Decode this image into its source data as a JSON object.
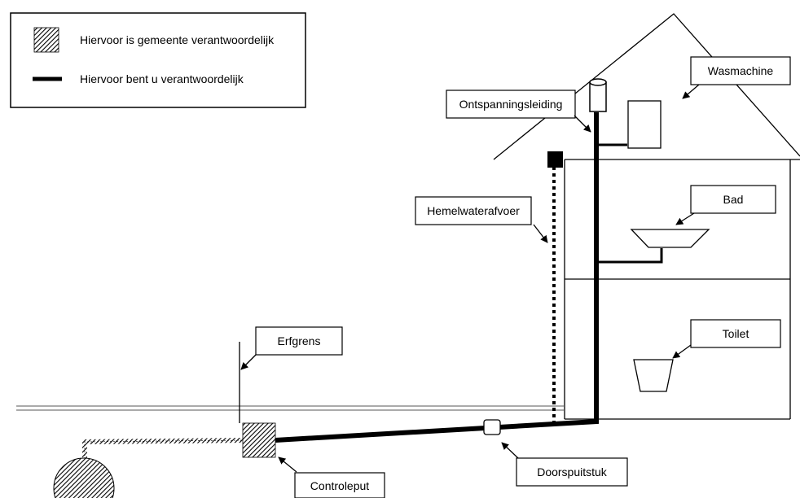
{
  "legend": {
    "municipality_label": "Hiervoor is gemeente verantwoordelijk",
    "owner_label": "Hiervoor bent u verantwoordelijk"
  },
  "labels": {
    "wasmachine": "Wasmachine",
    "ontspanningsleiding": "Ontspanningsleiding",
    "hemelwaterafvoer": "Hemelwaterafvoer",
    "bad": "Bad",
    "toilet": "Toilet",
    "erfgrens": "Erfgrens",
    "controleput": "Controleput",
    "doorspuitstuk": "Doorspuitstuk"
  }
}
